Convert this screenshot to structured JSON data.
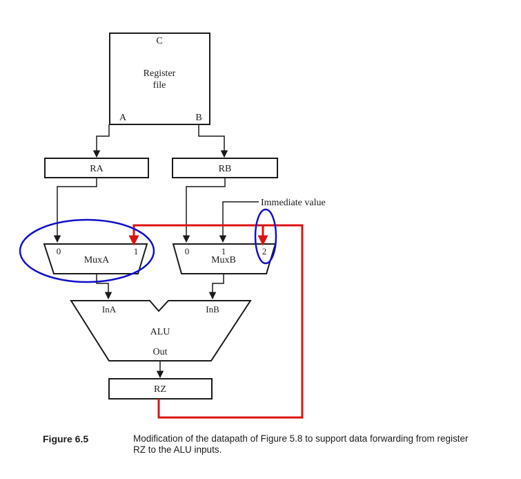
{
  "diagram": {
    "register_file": {
      "title": "Register\nfile",
      "port_c": "C",
      "port_a": "A",
      "port_b": "B"
    },
    "register_ra": "RA",
    "register_rb": "RB",
    "immediate_value": "Immediate value",
    "mux_a": {
      "label": "MuxA",
      "input_0": "0",
      "input_1": "1"
    },
    "mux_b": {
      "label": "MuxB",
      "input_0": "0",
      "input_1": "1",
      "input_2": "2"
    },
    "alu": {
      "label": "ALU",
      "input_a": "InA",
      "input_b": "InB",
      "output": "Out"
    },
    "register_rz": "RZ",
    "colors": {
      "forwarding_path": "#dd1111",
      "highlight": "#1010c8",
      "line": "#1a1a1a"
    }
  },
  "caption": {
    "label": "Figure 6.5",
    "text": "Modification of the datapath of Figure 5.8 to support data forwarding from register RZ to the ALU inputs."
  }
}
